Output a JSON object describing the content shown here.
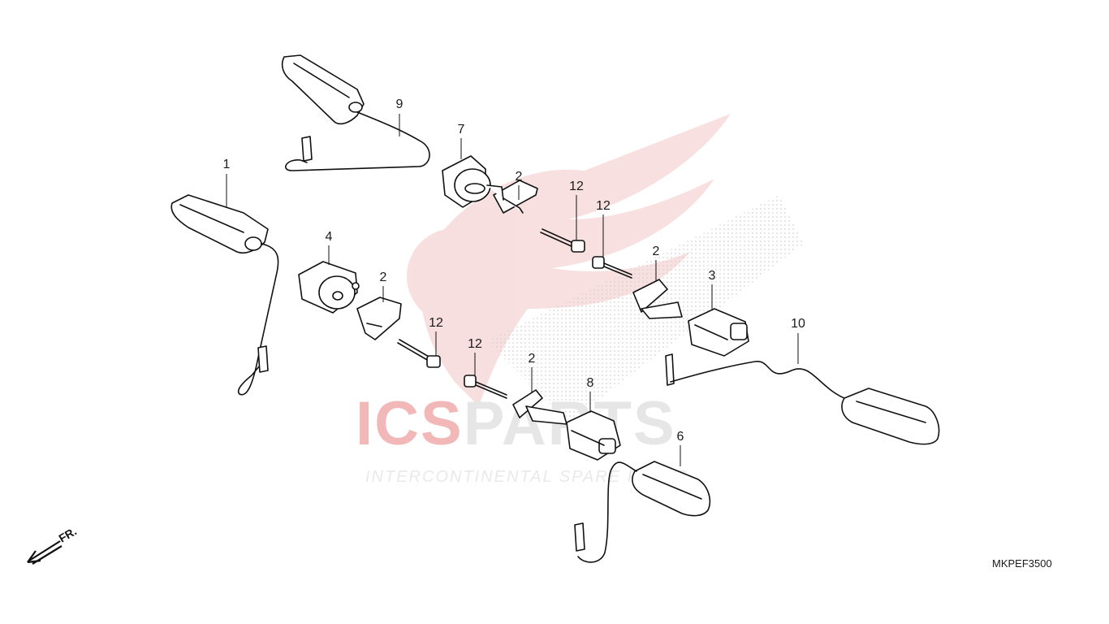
{
  "diagram": {
    "code": "MKPEF3500",
    "front_label": "FR.",
    "watermark": {
      "text_a": "ICS",
      "text_b": "PARTS",
      "subtext": "INTERCONTINENTAL SPARE PARTS"
    },
    "callouts": [
      {
        "id": "1",
        "label": "1"
      },
      {
        "id": "2a",
        "label": "2"
      },
      {
        "id": "2b",
        "label": "2"
      },
      {
        "id": "2c",
        "label": "2"
      },
      {
        "id": "2d",
        "label": "2"
      },
      {
        "id": "3",
        "label": "3"
      },
      {
        "id": "4",
        "label": "4"
      },
      {
        "id": "6",
        "label": "6"
      },
      {
        "id": "7",
        "label": "7"
      },
      {
        "id": "8",
        "label": "8"
      },
      {
        "id": "9",
        "label": "9"
      },
      {
        "id": "10",
        "label": "10"
      },
      {
        "id": "12a",
        "label": "12"
      },
      {
        "id": "12b",
        "label": "12"
      },
      {
        "id": "12c",
        "label": "12"
      },
      {
        "id": "12d",
        "label": "12"
      }
    ]
  }
}
